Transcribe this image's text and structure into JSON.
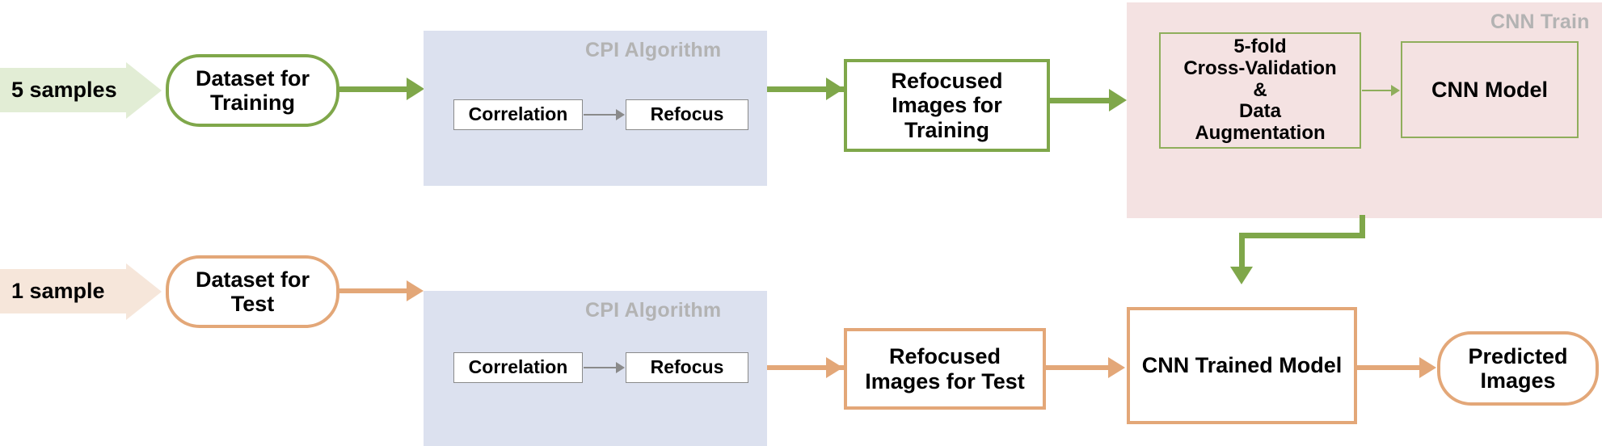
{
  "diagram": {
    "title": "CPI + CNN refocusing pipeline",
    "colors": {
      "green_stroke": "#7FA74A",
      "green_thin_stroke": "#8FAE5C",
      "orange_stroke": "#E3A778",
      "panel_blue": "#DCE1EF",
      "panel_pink": "#F4E2E2",
      "panel_label_gray": "#B3B3B3",
      "chevron_green_fill": "#E2EDD5",
      "chevron_orange_fill": "#F6E6DA",
      "small_box_stroke": "#8A8A8A"
    },
    "train_row": {
      "input_chevron": "5 samples",
      "dataset": "Dataset for\nTraining",
      "dataset_line1": "Dataset for",
      "dataset_line2": "Training",
      "cpi_panel_label": "CPI Algorithm",
      "cpi_step_1": "Correlation",
      "cpi_step_2": "Refocus",
      "refocused_line1": "Refocused",
      "refocused_line2": "Images for",
      "refocused_line3": "Training",
      "cnn_panel_label": "CNN Train",
      "cnn_cv_line1": "5-fold",
      "cnn_cv_line2": "Cross-Validation",
      "cnn_cv_line3": "&",
      "cnn_cv_line4": "Data",
      "cnn_cv_line5": "Augmentation",
      "cnn_model": "CNN Model"
    },
    "test_row": {
      "input_chevron": "1 sample",
      "dataset_line1": "Dataset for",
      "dataset_line2": "Test",
      "cpi_panel_label": "CPI Algorithm",
      "cpi_step_1": "Correlation",
      "cpi_step_2": "Refocus",
      "refocused_line1": "Refocused",
      "refocused_line2": "Images for Test",
      "trained_model": "CNN Trained Model",
      "predicted_line1": "Predicted",
      "predicted_line2": "Images"
    }
  }
}
